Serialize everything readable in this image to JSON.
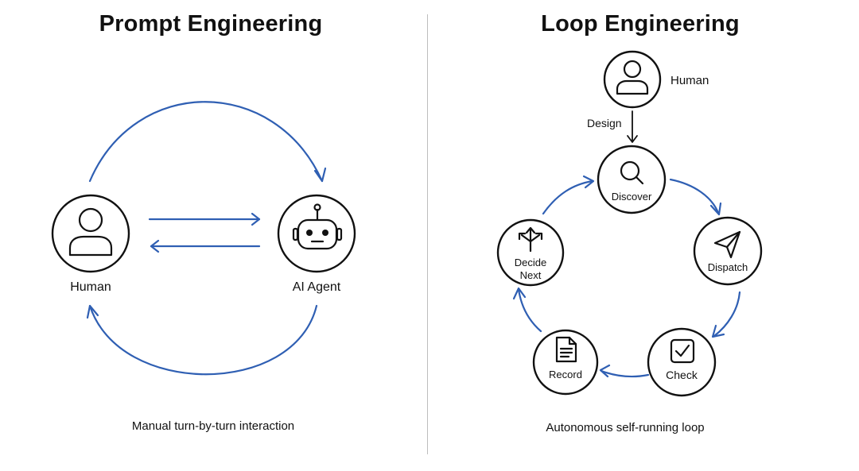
{
  "left_panel": {
    "title": "Prompt Engineering",
    "caption": "Manual turn-by-turn interaction",
    "nodes": {
      "human": {
        "label": "Human",
        "icon": "person-icon"
      },
      "agent": {
        "label": "AI Agent",
        "icon": "robot-icon"
      }
    }
  },
  "right_panel": {
    "title": "Loop Engineering",
    "caption": "Autonomous self-running loop",
    "human": {
      "label": "Human",
      "icon": "person-icon"
    },
    "edge_label": "Design",
    "loop_nodes": [
      {
        "label": "Discover",
        "icon": "search-icon"
      },
      {
        "label": "Dispatch",
        "icon": "send-icon"
      },
      {
        "label": "Check",
        "icon": "checkbox-icon"
      },
      {
        "label": "Record",
        "icon": "document-icon"
      },
      {
        "label_line1": "Decide",
        "label_line2": "Next",
        "icon": "branch-arrows-icon"
      }
    ]
  },
  "colors": {
    "arrow_blue": "#2f5fb3",
    "outline": "#111111",
    "divider": "#bdbdbd",
    "background": "#ffffff"
  }
}
